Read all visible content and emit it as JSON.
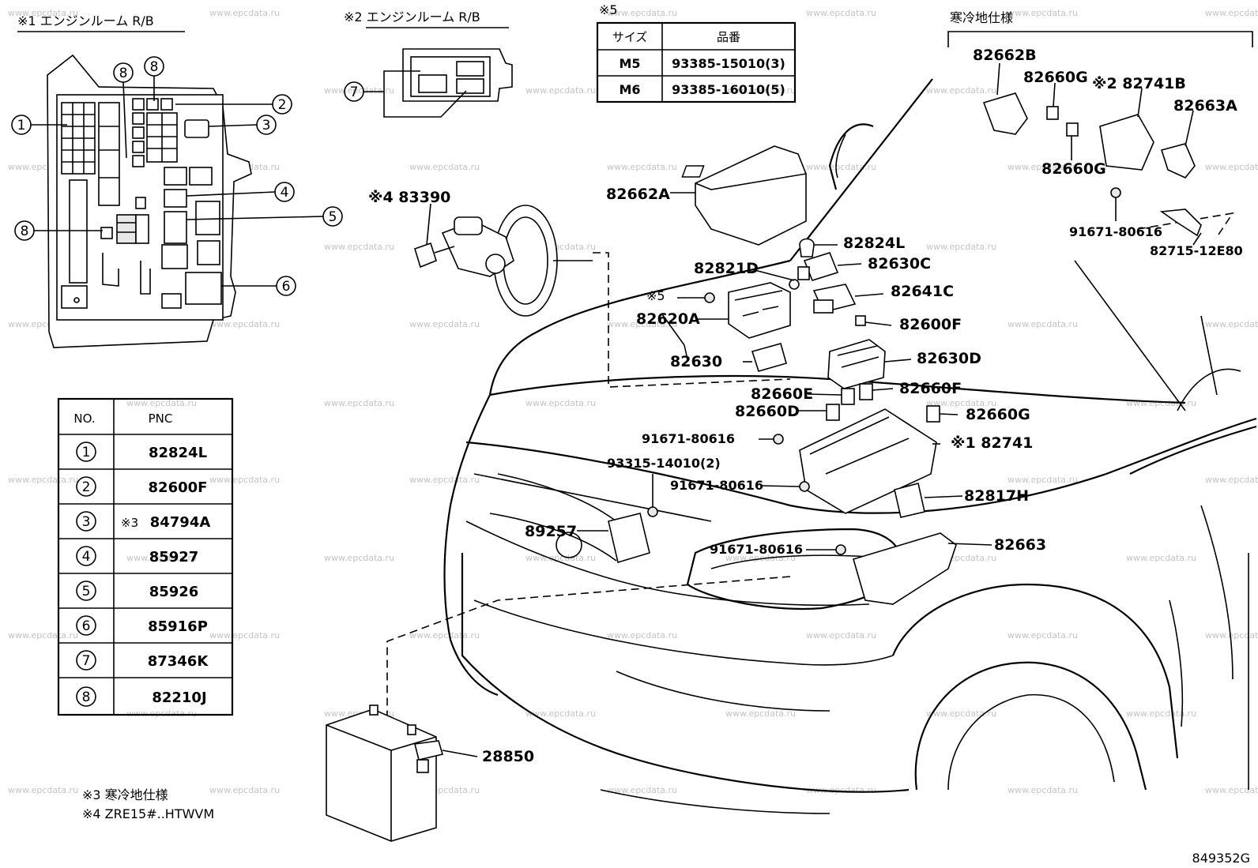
{
  "watermark": "www.epcdata.ru",
  "diagram_code": "849352G",
  "headers": {
    "engine_rb_1": "※1 エンジンルーム R/B",
    "engine_rb_2": "※2 エンジンルーム R/B",
    "bolt_table_title": "※5",
    "cold_spec": "寒冷地仕様"
  },
  "bolt_table": {
    "col_size": "サイズ",
    "col_part": "品番",
    "rows": [
      {
        "size": "M5",
        "part": "93385-15010(3)"
      },
      {
        "size": "M6",
        "part": "93385-16010(5)"
      }
    ]
  },
  "pnc_table": {
    "col_no": "NO.",
    "col_pnc": "PNC",
    "rows": [
      {
        "no": "1",
        "pnc": "82824L",
        "mark": ""
      },
      {
        "no": "2",
        "pnc": "82600F",
        "mark": ""
      },
      {
        "no": "3",
        "pnc": "84794A",
        "mark": "※3"
      },
      {
        "no": "4",
        "pnc": "85927",
        "mark": ""
      },
      {
        "no": "5",
        "pnc": "85926",
        "mark": ""
      },
      {
        "no": "6",
        "pnc": "85916P",
        "mark": ""
      },
      {
        "no": "7",
        "pnc": "87346K",
        "mark": ""
      },
      {
        "no": "8",
        "pnc": "82210J",
        "mark": ""
      }
    ]
  },
  "footnotes": {
    "n3": "※3 寒冷地仕様",
    "n4": "※4 ZRE15#..HTWVM"
  },
  "callouts": {
    "c1": "1",
    "c2": "2",
    "c3": "3",
    "c4": "4",
    "c5": "5",
    "c6": "6",
    "c7": "7",
    "c8": "8"
  },
  "labels": {
    "p82662B": "82662B",
    "p82660G_a": "82660G",
    "p82741B": "※2 82741B",
    "p82663A": "82663A",
    "p82660G_b": "82660G",
    "p91671_top": "91671-80616",
    "p82715": "82715-12E80",
    "p82662A": "82662A",
    "p83390": "※4 83390",
    "p82824L": "82824L",
    "p82630C": "82630C",
    "p82821D": "82821D",
    "p82641C": "82641C",
    "p_star5": "※5",
    "p82620A": "82620A",
    "p82600F": "82600F",
    "p82630": "82630",
    "p82630D": "82630D",
    "p82660E": "82660E",
    "p82660F": "82660F",
    "p82660D": "82660D",
    "p82660G_c": "82660G",
    "p91671_a": "91671-80616",
    "p82741": "※1 82741",
    "p93315": "93315-14010(2)",
    "p91671_b": "91671-80616",
    "p82817H": "82817H",
    "p89257": "89257",
    "p91671_c": "91671-80616",
    "p82663": "82663",
    "p28850": "28850"
  }
}
